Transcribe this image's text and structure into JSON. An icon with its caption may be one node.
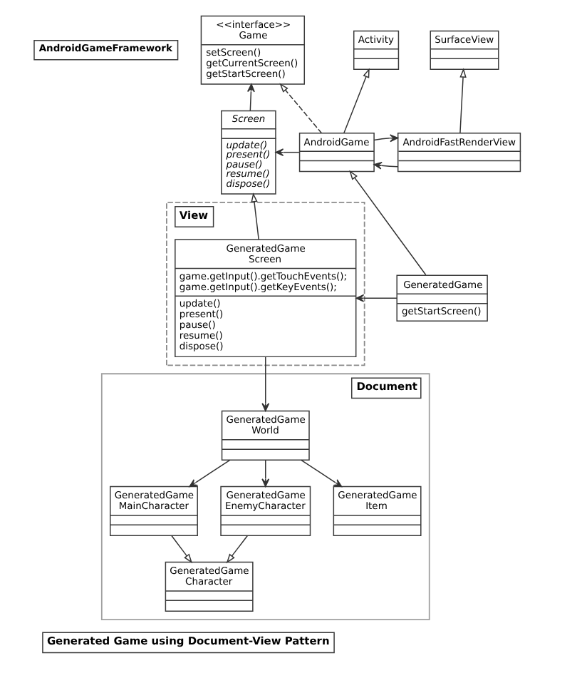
{
  "diagram": {
    "caption": "Generated Game using Document-View Pattern",
    "nodes": [
      {
        "text": [
          "AndroidGameFramework"
        ]
      },
      {
        "text": [
          "<<interface>> Game",
          "setScreen() getCurrentScreen() getStartScreen()"
        ]
      },
      {
        "text": [
          "Activity"
        ]
      },
      {
        "text": [
          "SurfaceView"
        ]
      },
      {
        "text": [
          "Screen",
          "update() present() pause() resume() dispose()"
        ]
      },
      {
        "text": [
          "AndroidGame"
        ]
      },
      {
        "text": [
          "AndroidFastRenderView"
        ]
      },
      {
        "text": [
          "View"
        ]
      },
      {
        "text": [
          "GeneratedGame Screen",
          "game.getInput().getTouchEvents(); game.getInput().getKeyEvents();",
          "update() present() pause() resume() dispose()"
        ],
        "in": 7
      },
      {
        "text": [
          "GeneratedGame",
          "getStartScreen()"
        ]
      },
      {
        "text": [
          "Document"
        ]
      },
      {
        "text": [
          "GeneratedGame World"
        ],
        "in": 10
      },
      {
        "text": [
          "GeneratedGame MainCharacter"
        ],
        "in": 10
      },
      {
        "text": [
          "GeneratedGame EnemyCharacter"
        ],
        "in": 10
      },
      {
        "text": [
          "GeneratedGame Item"
        ],
        "in": 10
      },
      {
        "text": [
          "GeneratedGame Character"
        ],
        "in": 10
      }
    ],
    "edges": [
      {
        "from": 4,
        "to": 1,
        "arrow": "to"
      },
      {
        "from": 5,
        "to": 1,
        "arrow": "to",
        "style": "dashed"
      },
      {
        "from": 5,
        "to": 2,
        "arrow": "to"
      },
      {
        "from": 6,
        "to": 3,
        "arrow": "to"
      },
      {
        "from": 5,
        "to": 4,
        "arrow": "to"
      },
      {
        "from": 6,
        "to": 5,
        "arrow": "to"
      },
      {
        "from": 5,
        "to": 6,
        "arrow": "to"
      },
      {
        "from": 8,
        "to": 4,
        "arrow": "to"
      },
      {
        "from": 9,
        "to": 5,
        "arrow": "to"
      },
      {
        "from": 9,
        "to": 8,
        "arrow": "to"
      },
      {
        "from": 8,
        "to": 11,
        "arrow": "to"
      },
      {
        "from": 11,
        "to": 12,
        "arrow": "to"
      },
      {
        "from": 11,
        "to": 13,
        "arrow": "to"
      },
      {
        "from": 11,
        "to": 14,
        "arrow": "to"
      },
      {
        "from": 12,
        "to": 15,
        "arrow": "to"
      },
      {
        "from": 13,
        "to": 15,
        "arrow": "to"
      }
    ]
  }
}
